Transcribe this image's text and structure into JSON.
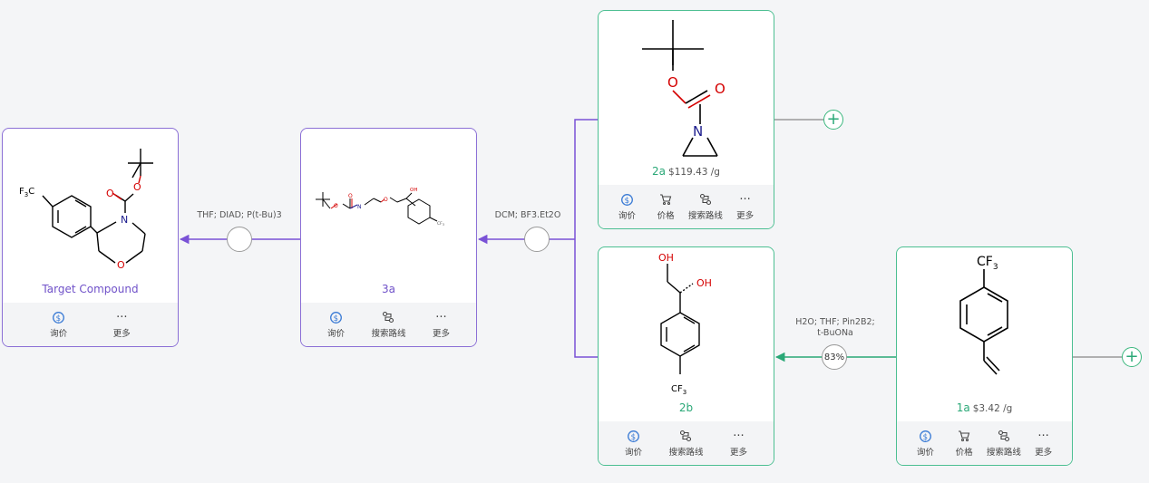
{
  "nodes": {
    "target": {
      "label": "Target Compound",
      "actions": {
        "inquiry": "询价",
        "more": "更多"
      }
    },
    "n3a": {
      "label": "3a",
      "actions": {
        "inquiry": "询价",
        "search": "搜索路线",
        "more": "更多"
      }
    },
    "n2a": {
      "label": "2a",
      "price": "$119.43 /g",
      "actions": {
        "inquiry": "询价",
        "price": "价格",
        "search": "搜索路线",
        "more": "更多"
      }
    },
    "n2b": {
      "label": "2b",
      "actions": {
        "inquiry": "询价",
        "search": "搜索路线",
        "more": "更多"
      }
    },
    "n1a": {
      "label": "1a",
      "price": "$3.42 /g",
      "actions": {
        "inquiry": "询价",
        "price": "价格",
        "search": "搜索路线",
        "more": "更多"
      }
    }
  },
  "reactions": {
    "r1": {
      "conditions": "THF; DIAD; P(t-Bu)3",
      "yield": ""
    },
    "r2": {
      "conditions": "DCM; BF3.Et2O",
      "yield": ""
    },
    "r3": {
      "conditions_line1": "H2O; THF; Pin2B2;",
      "conditions_line2": "t-BuONa",
      "yield": "83%"
    }
  },
  "atoms": {
    "o": "O",
    "n": "N",
    "oh": "OH",
    "cf3": "CF",
    "f3c": "F",
    "c": "C",
    "sub3": "3"
  },
  "colors": {
    "purple_accent": "#7052c9",
    "green_accent": "#2aa877",
    "oxygen": "#d40000",
    "nitrogen": "#1a1a8c"
  }
}
